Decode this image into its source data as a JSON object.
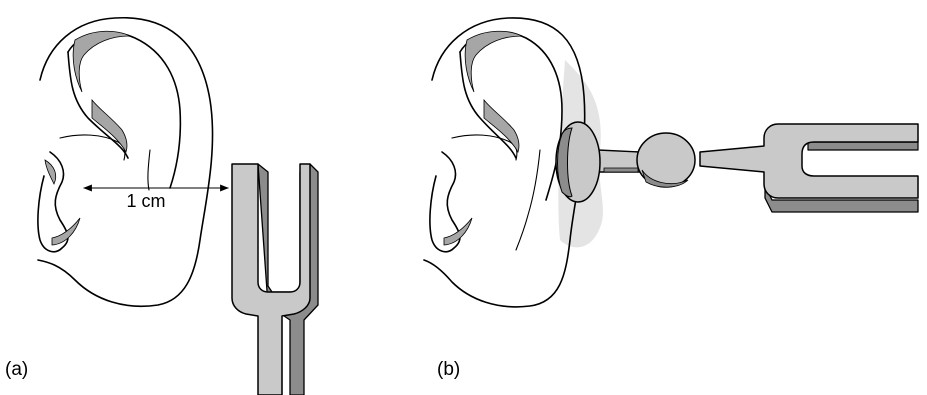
{
  "panels": {
    "a": {
      "label": "(a)",
      "measurement": "1 cm"
    },
    "b": {
      "label": "(b)"
    }
  },
  "colors": {
    "fork_face": "#c9c9c9",
    "fork_side": "#8c8c8c",
    "ear_shadow": "#a6a6a6",
    "bone_glow": "#e4e4e4",
    "line": "#000000",
    "background": "#ffffff"
  }
}
